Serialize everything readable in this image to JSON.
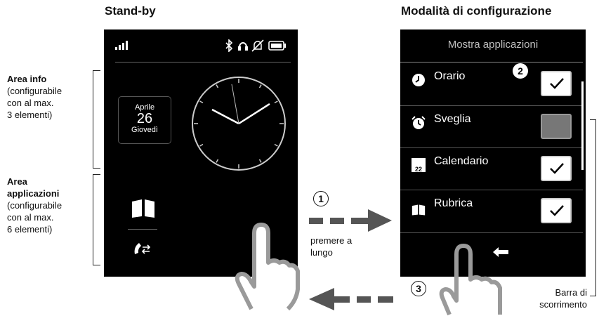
{
  "headings": {
    "standby": "Stand-by",
    "config": "Modalità di configurazione"
  },
  "left_labels": {
    "info_title": "Area info",
    "info_desc": [
      "(configurabile",
      "con al max.",
      "3 elementi)"
    ],
    "apps_title": [
      "Area",
      "applicazioni"
    ],
    "apps_desc": [
      "(configurabile",
      "con al max.",
      "6 elementi)"
    ]
  },
  "standby": {
    "date_month": "Aprile",
    "date_day": "26",
    "date_weekday": "Giovedì"
  },
  "config": {
    "title": "Mostra applicazioni",
    "items": [
      {
        "label": "Orario",
        "checked": true
      },
      {
        "label": "Sveglia",
        "checked": false
      },
      {
        "label": "Calendario",
        "checked": true,
        "icon_text": "22"
      },
      {
        "label": "Rubrica",
        "checked": true
      }
    ],
    "badge_2": "2"
  },
  "steps": {
    "one": "1",
    "one_label": [
      "premere a",
      "lungo"
    ],
    "three": "3"
  },
  "scrollbar_label": [
    "Barra di",
    "scorrimento"
  ]
}
